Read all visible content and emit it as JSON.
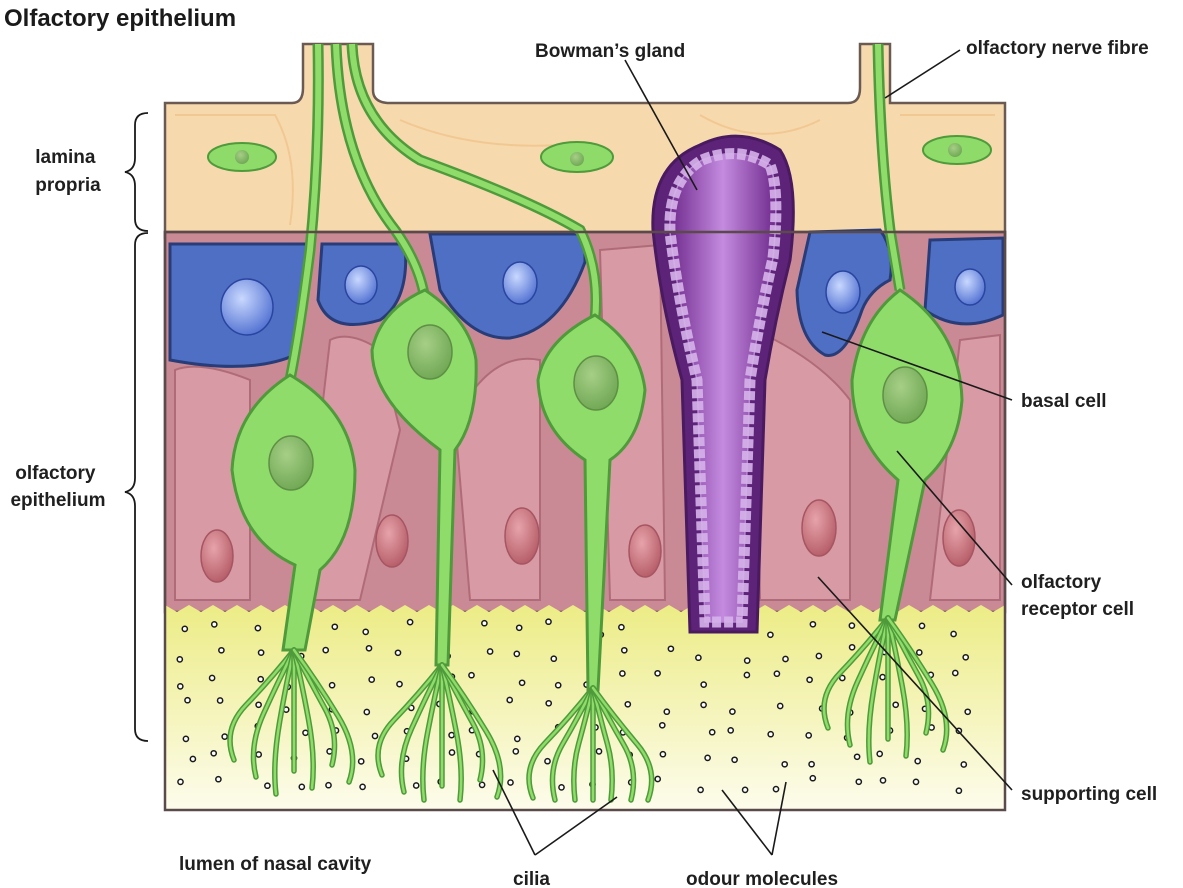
{
  "title": "Olfactory epithelium",
  "labels": {
    "lamina_propria": [
      "lamina",
      "propria"
    ],
    "olfactory_epithelium": [
      "olfactory",
      "epithelium"
    ],
    "bowmans_gland": "Bowman’s gland",
    "olfactory_nerve_fibre": "olfactory nerve fibre",
    "basal_cell": "basal cell",
    "olfactory_receptor_cell": [
      "olfactory",
      "receptor cell"
    ],
    "supporting_cell": "supporting cell",
    "lumen": "lumen of nasal cavity",
    "cilia": "cilia",
    "odour_molecules": "odour molecules"
  },
  "colors": {
    "lamina_propria": "#f7d9ae",
    "epithelium": "#c98a95",
    "supporting_cell": "#d89aa4",
    "basal_cell": "#4f6fc4",
    "receptor_cell": "#8fdc6a",
    "gland": "#7b2f9a",
    "mucus_top": "#ecec8a",
    "mucus_bottom": "#fcfbe8",
    "outline": "#5a4a4a"
  }
}
